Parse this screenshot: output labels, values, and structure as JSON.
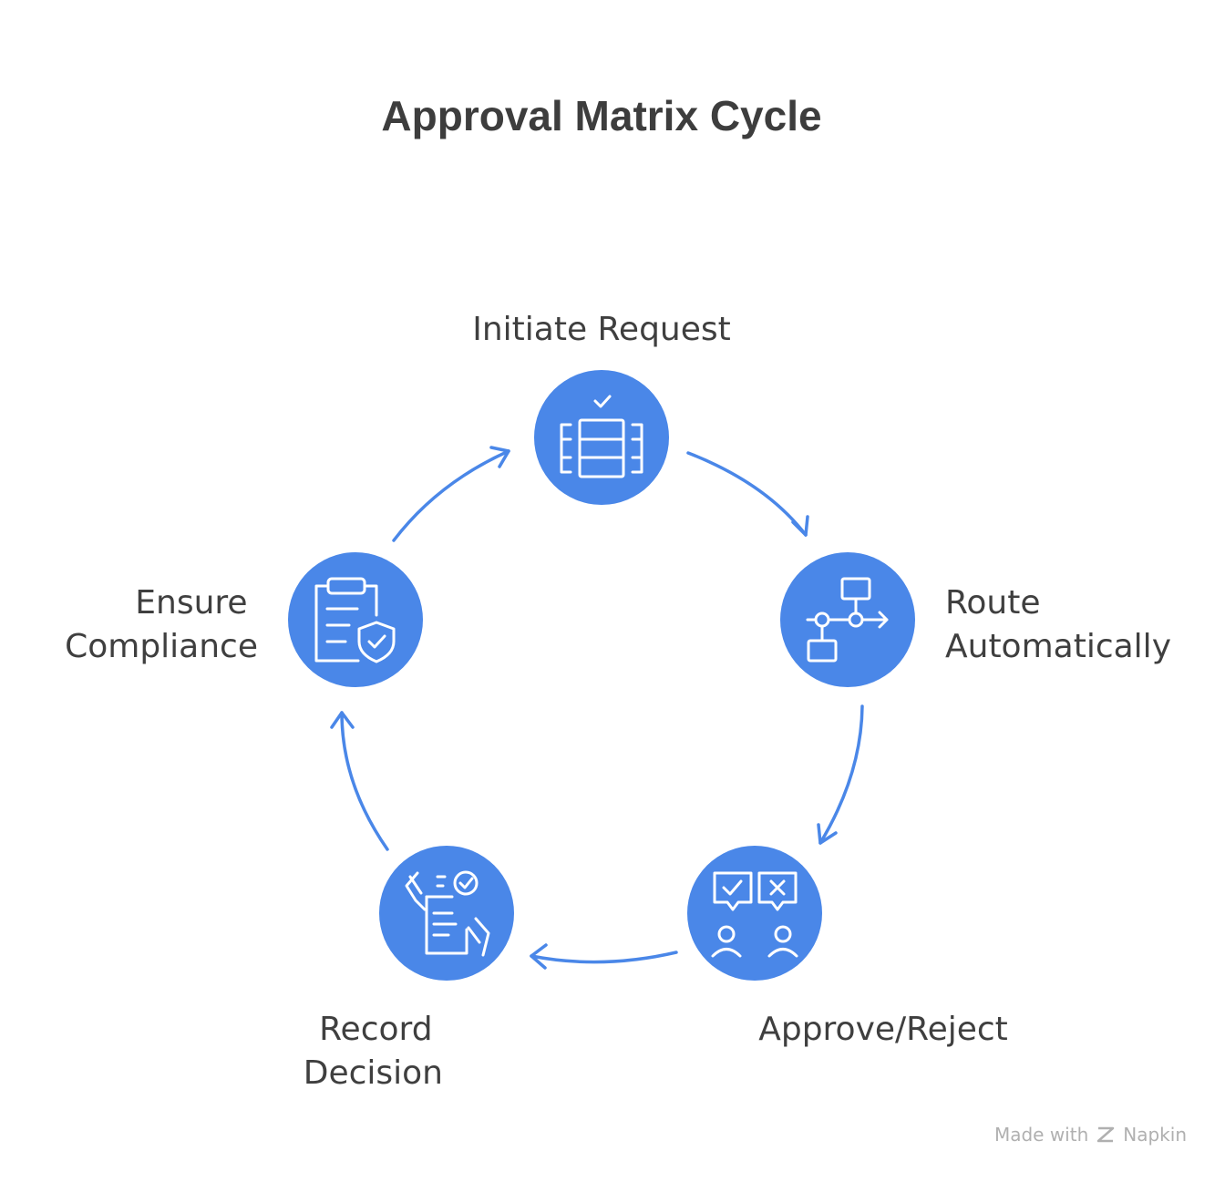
{
  "title": "Approval Matrix Cycle",
  "accent_color": "#4a87e8",
  "arrow_color": "#4a87e8",
  "steps": [
    {
      "label_lines": [
        "Initiate Request"
      ],
      "icon": "checklist-stack-icon"
    },
    {
      "label_lines": [
        "Route",
        "Automatically"
      ],
      "icon": "workflow-route-icon"
    },
    {
      "label_lines": [
        "Approve/Reject"
      ],
      "icon": "approve-reject-chat-icon"
    },
    {
      "label_lines": [
        "Record",
        "Decision"
      ],
      "icon": "signed-document-icon"
    },
    {
      "label_lines": [
        "Ensure",
        "Compliance"
      ],
      "icon": "clipboard-shield-icon"
    }
  ],
  "watermark": {
    "prefix": "Made with",
    "brand": "Napkin"
  }
}
